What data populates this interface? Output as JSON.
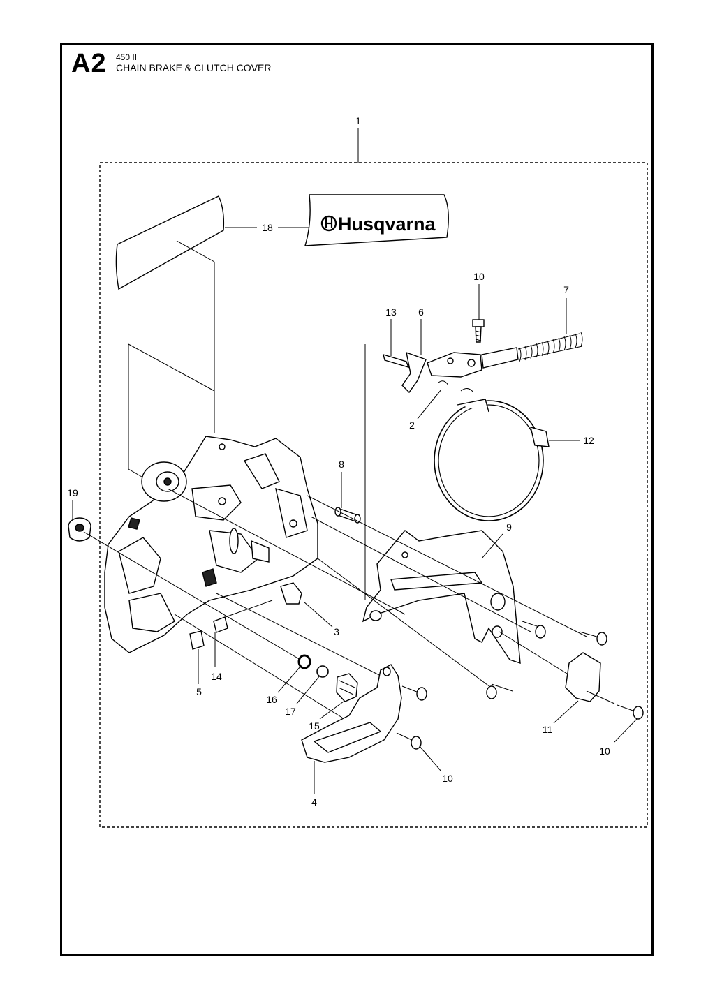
{
  "header": {
    "code": "A2",
    "model": "450 II",
    "title": "CHAIN BRAKE & CLUTCH COVER"
  },
  "logo": {
    "text": "Husqvarna"
  },
  "callouts": {
    "c1": "1",
    "c18": "18",
    "c10a": "10",
    "c7": "7",
    "c13": "13",
    "c6": "6",
    "c2": "2",
    "c12": "12",
    "c8": "8",
    "c19": "19",
    "c9": "9",
    "c3": "3",
    "c14": "14",
    "c5": "5",
    "c16": "16",
    "c17": "17",
    "c15": "15",
    "c11": "11",
    "c10b": "10",
    "c10c": "10",
    "c4": "4"
  }
}
